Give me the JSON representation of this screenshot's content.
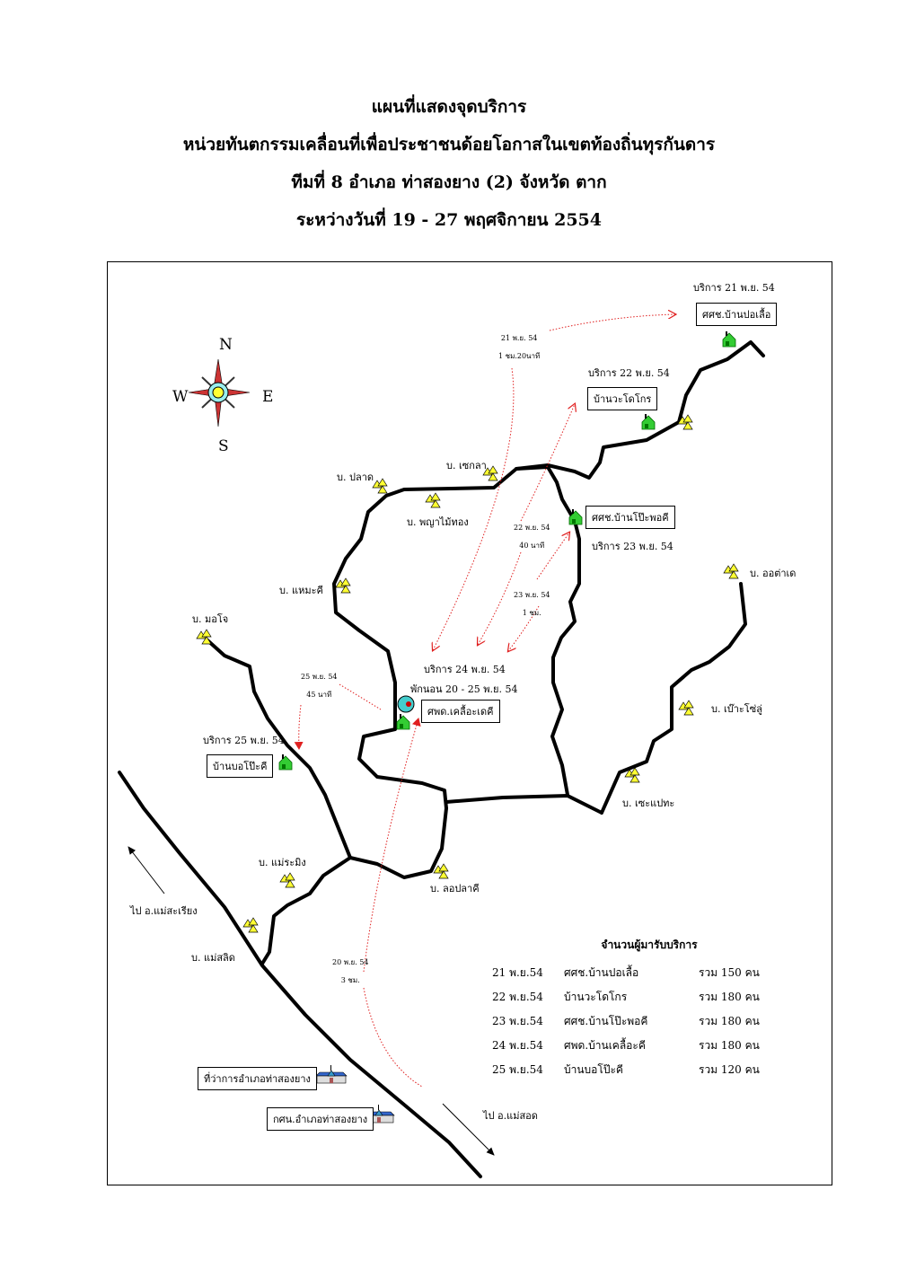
{
  "title": {
    "line1": "แผนที่แสดงจุดบริการ",
    "line2": "หน่วยทันตกรรมเคลื่อนที่เพื่อประชาชนด้อยโอกาสในเขตท้องถิ่นทุรกันดาร",
    "line3": "ทีมที่  8  อำเภอ ท่าสองยาง (2)  จังหวัด ตาก",
    "line4": "ระหว่างวันที่ 19 - 27 พฤศจิกายน 2554"
  },
  "compass": {
    "n": "N",
    "s": "S",
    "e": "E",
    "w": "W"
  },
  "service_points": [
    {
      "caption": "บริการ 21 พ.ย. 54",
      "name": "ศศช.บ้านปอเลื้อ"
    },
    {
      "caption": "บริการ 22 พ.ย. 54",
      "name": "บ้านวะโดโกร"
    },
    {
      "caption": "บริการ 23 พ.ย. 54",
      "name": "ศศช.บ้านโป๊ะพอคี"
    },
    {
      "caption": "บริการ 24 พ.ย. 54",
      "caption2": "พักนอน 20 - 25 พ.ย. 54",
      "name": "ศพด.เคลื้อะเดคี"
    },
    {
      "caption": "บริการ 25 พ.ย. 54",
      "name": "บ้านบอโป๊ะคี"
    }
  ],
  "villages": [
    "บ. เซกลา",
    "บ. ปลาด",
    "บ. พญาไม้ทอง",
    "บ. แหมะคี",
    "บ. มอโจ",
    "บ. ออต่าเด",
    "บ. เบ๊าะโซ่ลู่",
    "บ. เซะแปทะ",
    "บ. แม่ระมิง",
    "บ. ลอปลาคี",
    "บ. แม่สลิด"
  ],
  "routes": [
    {
      "date": "21 พ.ย. 54",
      "time": "1 ชม.20นาที"
    },
    {
      "date": "22 พ.ย. 54",
      "time": "40 นาที"
    },
    {
      "date": "23 พ.ย. 54",
      "time": "1 ชม."
    },
    {
      "date": "25 พ.ย. 54",
      "time": "45 นาที"
    },
    {
      "date": "20 พ.ย. 54",
      "time": "3 ชม."
    }
  ],
  "directions": {
    "northwest": "ไป อ.แม่สะเรียง",
    "southeast": "ไป อ.แม่สอด"
  },
  "offices": [
    "ที่ว่าการอำเภอท่าสองยาง",
    "กศน.อำเภอท่าสองยาง"
  ],
  "legend": {
    "title": "จำนวนผู้มารับบริการ",
    "rows": [
      {
        "date": "21  พ.ย.54",
        "place": "ศศช.บ้านปอเลื้อ",
        "total": "รวม  150  คน"
      },
      {
        "date": "22  พ.ย.54",
        "place": "บ้านวะโดโกร",
        "total": "รวม  180  คน"
      },
      {
        "date": "23  พ.ย.54",
        "place": "ศศช.บ้านโป๊ะพอคี",
        "total": "รวม  180  คน"
      },
      {
        "date": "24  พ.ย.54",
        "place": "ศพด.บ้านเคลื้อะคี",
        "total": "รวม  180  คน"
      },
      {
        "date": "25  พ.ย.54",
        "place": "บ้านบอโป๊ะคี",
        "total": "รวม  120  คน"
      }
    ]
  },
  "colors": {
    "road": "#000000",
    "route": "#e02020",
    "tent": "#ffff33",
    "house": "#33cc33",
    "office": "#3366cc"
  }
}
